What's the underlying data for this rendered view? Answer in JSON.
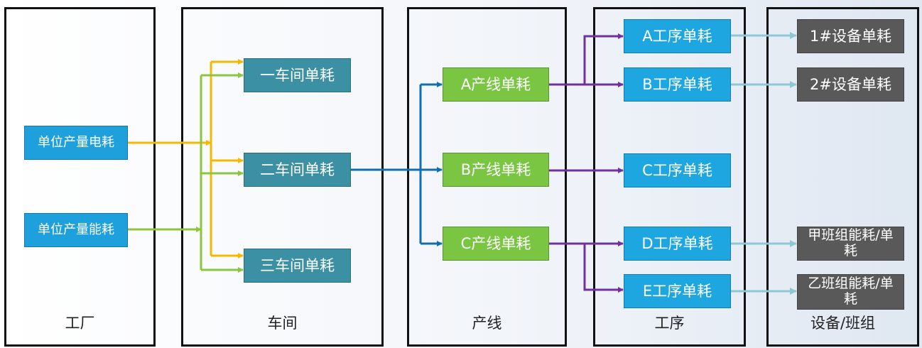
{
  "columns": {
    "factory": "工厂",
    "workshop": "车间",
    "line": "产线",
    "process": "工序",
    "device": "设备/班组"
  },
  "factory": {
    "electric": "单位产量电耗",
    "energy": "单位产量能耗"
  },
  "workshop": {
    "w1": "一车间单耗",
    "w2": "二车间单耗",
    "w3": "三车间单耗"
  },
  "line": {
    "a": "A产线单耗",
    "b": "B产线单耗",
    "c": "C产线单耗"
  },
  "process": {
    "a": "A工序单耗",
    "b": "B工序单耗",
    "c": "C工序单耗",
    "d": "D工序单耗",
    "e": "E工序单耗"
  },
  "device": {
    "d1": "1#设备单耗",
    "d2": "2#设备单耗",
    "team1": "甲班组能耗/单耗",
    "team2": "乙班组能耗/单耗"
  },
  "colors": {
    "electric_flow": "#f5b800",
    "energy_flow": "#8cc63f",
    "line_flow": "#0f6fb3",
    "process_flow": "#7030a0",
    "device_flow": "#8ec8d6"
  }
}
